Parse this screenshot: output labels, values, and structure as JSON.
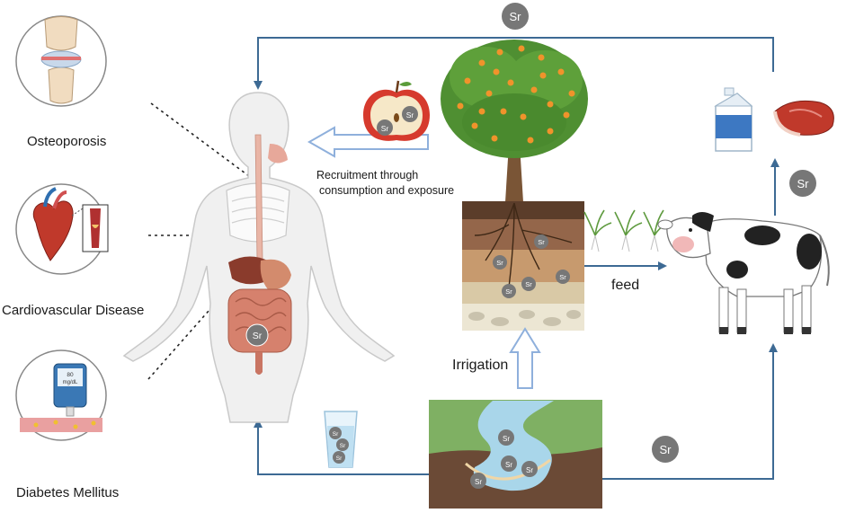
{
  "diseases": {
    "osteoporosis": "Osteoporosis",
    "cardio": "Cardiovascular Disease",
    "diabetes": "Diabetes Mellitus"
  },
  "glucometer": {
    "value": "80",
    "unit": "mg/dL"
  },
  "labels": {
    "recruitment_line1": "Recruitment  through",
    "recruitment_line2": "consumption  and exposure",
    "feed": "feed",
    "irrigation": "Irrigation"
  },
  "element": "Sr",
  "colors": {
    "flow_arrow": "#3d6a94",
    "hollow_arrow": "#8fb0dc",
    "sr_badge": "#777777",
    "soil_dark": "#5b3d2a",
    "grass": "#7fb063",
    "water": "#a9d6ea"
  }
}
